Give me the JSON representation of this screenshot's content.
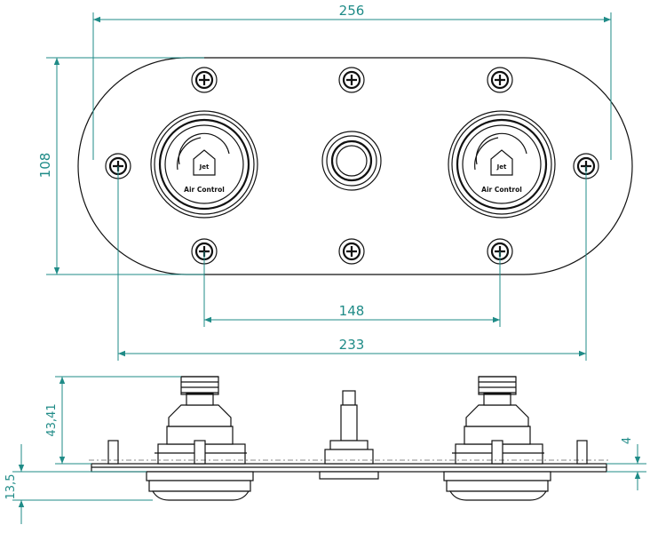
{
  "dimensions": {
    "overall_width": "256",
    "height": "108",
    "screw_spacing": "148",
    "outer_screw_spacing": "233",
    "fitting_height": "43,41",
    "depth": "13,5",
    "plate_thickness": "4"
  },
  "labels": {
    "button_short": "Jet",
    "button_name": "Air Control"
  },
  "colors": {
    "dimension": "#1f8b87",
    "ink": "#111111"
  }
}
